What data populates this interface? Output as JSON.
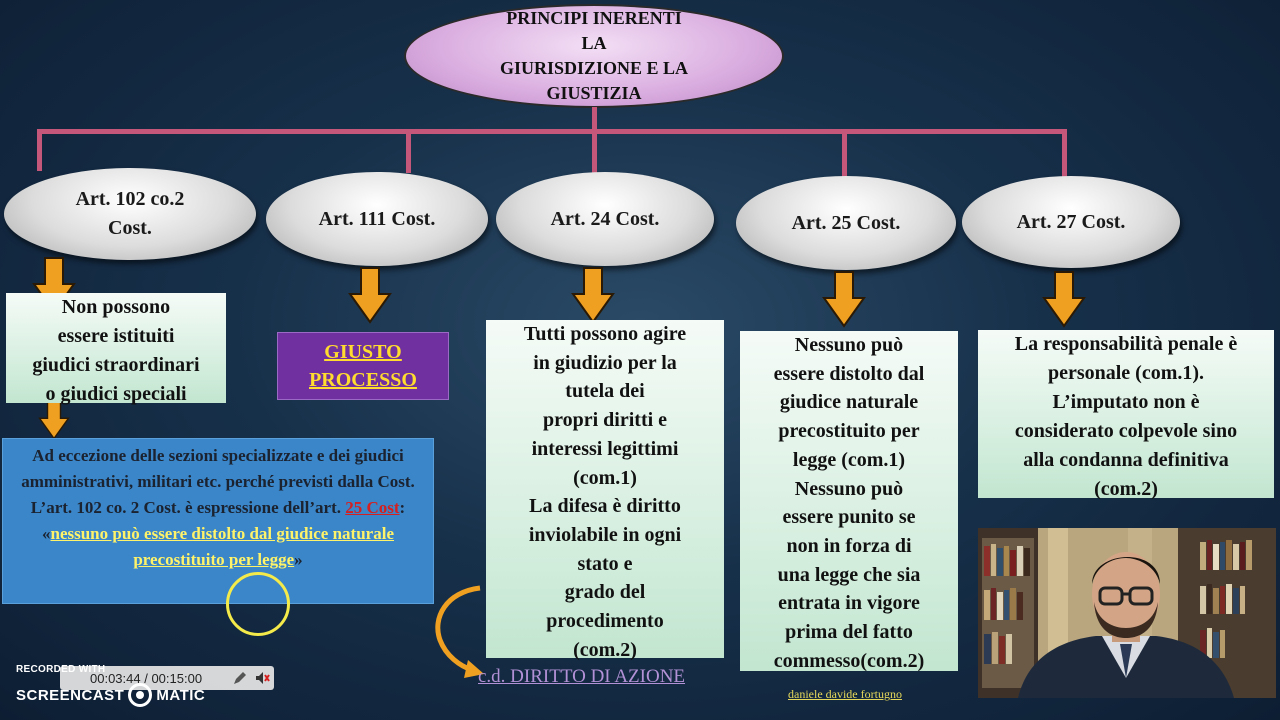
{
  "slide": {
    "title_lines": [
      "PRINCIPI INERENTI",
      "LA",
      "GIURISDIZIONE E LA",
      "GIUSTIZIA"
    ],
    "articles": [
      {
        "lines": [
          "Art. 102 co.2",
          "Cost."
        ]
      },
      {
        "lines": [
          "Art. 111 Cost."
        ]
      },
      {
        "lines": [
          "Art. 24 Cost."
        ]
      },
      {
        "lines": [
          "Art. 25 Cost."
        ]
      },
      {
        "lines": [
          "Art. 27 Cost."
        ]
      }
    ],
    "box_102": [
      "Non possono",
      "essere istituiti",
      "giudici straordinari",
      "o giudici speciali"
    ],
    "blue_box": {
      "text_before": "Ad eccezione delle sezioni specializzate e dei giudici amministrativi, militari etc. perché previsti dalla Cost. L’art. 102 co. 2 Cost. è espressione dell’art. ",
      "red_link": "25 Cost",
      "sep": ": «",
      "yellow_link": "nessuno può essere distolto dal giudice naturale precostituito per legge",
      "close": "»"
    },
    "giusto_processo": [
      "GIUSTO",
      "PROCESSO"
    ],
    "box_24": [
      "Tutti possono agire",
      "in giudizio per la",
      "tutela dei",
      "propri diritti e",
      "interessi legittimi",
      "(com.1)",
      "La difesa è diritto",
      "inviolabile in ogni",
      "stato e",
      "grado del",
      "procedimento",
      "(com.2)"
    ],
    "box_25": [
      "Nessuno può",
      "essere distolto dal",
      "giudice naturale",
      "precostituito per",
      "legge (com.1)",
      "Nessuno può",
      "essere punito se",
      "non in forza di",
      "una legge che sia",
      "entrata in vigore",
      "prima del fatto",
      "commesso(com.2)"
    ],
    "box_27": [
      "La responsabilità penale è",
      "personale (com.1).",
      "L’imputato non è",
      "considerato colpevole sino",
      "alla condanna definitiva",
      "(com.2)"
    ],
    "azione_label": "c.d. DIRITTO DI AZIONE",
    "author": "daniele davide fortugno"
  },
  "recorder": {
    "label_top": "RECORDED WITH",
    "brand_left": "SCREENCAST",
    "brand_right": "MATIC",
    "time": "00:03:44 / 00:15:00"
  },
  "colors": {
    "connector": "#c4577a",
    "arrow": "#f0a020",
    "title_fill": "#d9acdf",
    "purple_box": "#7030a0",
    "blue_box": "#3a86c8"
  },
  "icons": [
    "down-arrow-icon",
    "curved-arrow-icon",
    "edit-icon",
    "mute-icon",
    "screencast-logo-icon"
  ]
}
